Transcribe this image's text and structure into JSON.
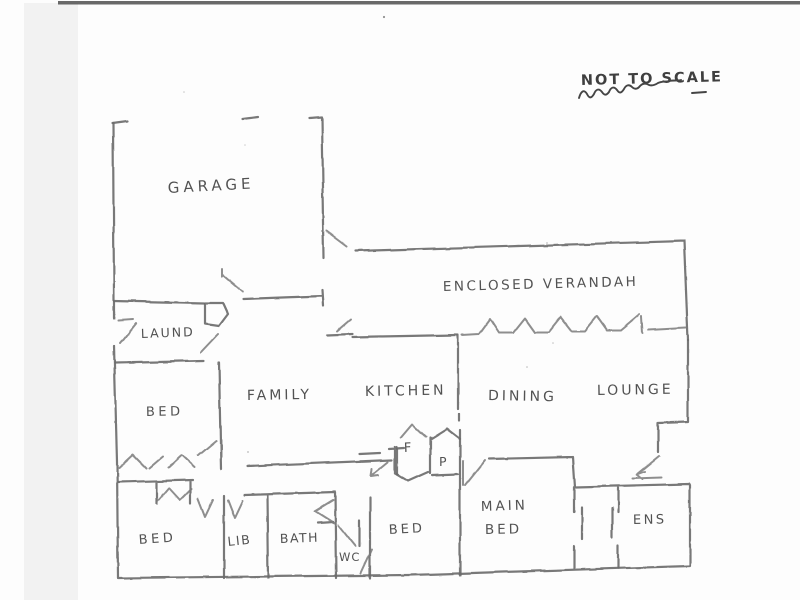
{
  "annotation": {
    "not_to_scale": "NOT TO SCALE"
  },
  "rooms": {
    "garage": "GARAGE",
    "verandah": "ENCLOSED VERANDAH",
    "laundry": "LAUND",
    "bed_left": "BED",
    "family": "FAMILY",
    "kitchen": "KITCHEN",
    "dining": "DINING",
    "lounge": "LOUNGE",
    "bed_bottom_left": "BED",
    "lib": "LIB",
    "bath": "BATH",
    "wc": "WC",
    "bed_bottom_mid": "BED",
    "main_bed_line1": "MAIN",
    "main_bed_line2": "BED",
    "ens": "ENS"
  },
  "fixtures": {
    "fridge": "F",
    "pantry": "P"
  },
  "colors": {
    "pencil": "#6d6d6d",
    "ink": "#3f3f3f",
    "paper": "#fdfdfd",
    "scan_strip": "#4f4f4f",
    "scan_band": "#f2f2f2"
  }
}
